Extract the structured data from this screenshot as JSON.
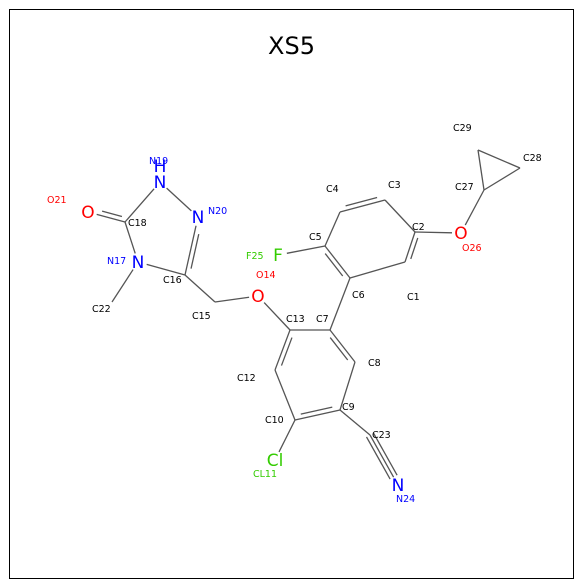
{
  "title": "XS5",
  "colors": {
    "bond": "#555555",
    "carbon_label": "#000000",
    "nitrogen": "#0000ff",
    "oxygen": "#ff0000",
    "fluorine": "#33cc00",
    "chlorine": "#33cc00"
  },
  "atoms": [
    {
      "id": "C1",
      "label": "C1",
      "element": "C"
    },
    {
      "id": "C2",
      "label": "C2",
      "element": "C"
    },
    {
      "id": "C3",
      "label": "C3",
      "element": "C"
    },
    {
      "id": "C4",
      "label": "C4",
      "element": "C"
    },
    {
      "id": "C5",
      "label": "C5",
      "element": "C"
    },
    {
      "id": "C6",
      "label": "C6",
      "element": "C"
    },
    {
      "id": "C7",
      "label": "C7",
      "element": "C"
    },
    {
      "id": "C8",
      "label": "C8",
      "element": "C"
    },
    {
      "id": "C9",
      "label": "C9",
      "element": "C"
    },
    {
      "id": "C10",
      "label": "C10",
      "element": "C"
    },
    {
      "id": "CL11",
      "label": "CL11",
      "element": "Cl",
      "symbol": "Cl"
    },
    {
      "id": "C12",
      "label": "C12",
      "element": "C"
    },
    {
      "id": "C13",
      "label": "C13",
      "element": "C"
    },
    {
      "id": "O14",
      "label": "O14",
      "element": "O",
      "symbol": "O"
    },
    {
      "id": "C15",
      "label": "C15",
      "element": "C"
    },
    {
      "id": "C16",
      "label": "C16",
      "element": "C"
    },
    {
      "id": "N17",
      "label": "N17",
      "element": "N",
      "symbol": "N"
    },
    {
      "id": "C18",
      "label": "C18",
      "element": "C"
    },
    {
      "id": "N19",
      "label": "N19",
      "element": "N",
      "symbol": "H\nN"
    },
    {
      "id": "N20",
      "label": "N20",
      "element": "N",
      "symbol": "N"
    },
    {
      "id": "O21",
      "label": "O21",
      "element": "O",
      "symbol": "O"
    },
    {
      "id": "C22",
      "label": "C22",
      "element": "C"
    },
    {
      "id": "C23",
      "label": "C23",
      "element": "C"
    },
    {
      "id": "N24",
      "label": "N24",
      "element": "N",
      "symbol": "N"
    },
    {
      "id": "F25",
      "label": "F25",
      "element": "F",
      "symbol": "F"
    },
    {
      "id": "O26",
      "label": "O26",
      "element": "O",
      "symbol": "O"
    },
    {
      "id": "C27",
      "label": "C27",
      "element": "C"
    },
    {
      "id": "C28",
      "label": "C28",
      "element": "C"
    },
    {
      "id": "C29",
      "label": "C29",
      "element": "C"
    }
  ],
  "bonds": [
    {
      "a": "C1",
      "b": "C2",
      "order": 2
    },
    {
      "a": "C2",
      "b": "C3",
      "order": 1
    },
    {
      "a": "C3",
      "b": "C4",
      "order": 2
    },
    {
      "a": "C4",
      "b": "C5",
      "order": 1
    },
    {
      "a": "C5",
      "b": "C6",
      "order": 2
    },
    {
      "a": "C6",
      "b": "C1",
      "order": 1
    },
    {
      "a": "C5",
      "b": "F25",
      "order": 1
    },
    {
      "a": "C2",
      "b": "O26",
      "order": 1
    },
    {
      "a": "O26",
      "b": "C27",
      "order": 1
    },
    {
      "a": "C27",
      "b": "C28",
      "order": 1
    },
    {
      "a": "C28",
      "b": "C29",
      "order": 1
    },
    {
      "a": "C29",
      "b": "C27",
      "order": 1
    },
    {
      "a": "C6",
      "b": "C7",
      "order": 1
    },
    {
      "a": "C7",
      "b": "C8",
      "order": 2
    },
    {
      "a": "C8",
      "b": "C9",
      "order": 1
    },
    {
      "a": "C9",
      "b": "C10",
      "order": 2
    },
    {
      "a": "C10",
      "b": "C12",
      "order": 1
    },
    {
      "a": "C12",
      "b": "C13",
      "order": 2
    },
    {
      "a": "C13",
      "b": "C7",
      "order": 1
    },
    {
      "a": "C10",
      "b": "CL11",
      "order": 1
    },
    {
      "a": "C9",
      "b": "C23",
      "order": 1
    },
    {
      "a": "C23",
      "b": "N24",
      "order": 3
    },
    {
      "a": "C13",
      "b": "O14",
      "order": 1
    },
    {
      "a": "O14",
      "b": "C15",
      "order": 1
    },
    {
      "a": "C15",
      "b": "C16",
      "order": 1
    },
    {
      "a": "C16",
      "b": "N20",
      "order": 2
    },
    {
      "a": "N20",
      "b": "N19",
      "order": 1
    },
    {
      "a": "N19",
      "b": "C18",
      "order": 1
    },
    {
      "a": "C18",
      "b": "N17",
      "order": 1
    },
    {
      "a": "N17",
      "b": "C16",
      "order": 1
    },
    {
      "a": "C18",
      "b": "O21",
      "order": 2
    },
    {
      "a": "N17",
      "b": "C22",
      "order": 1
    }
  ]
}
